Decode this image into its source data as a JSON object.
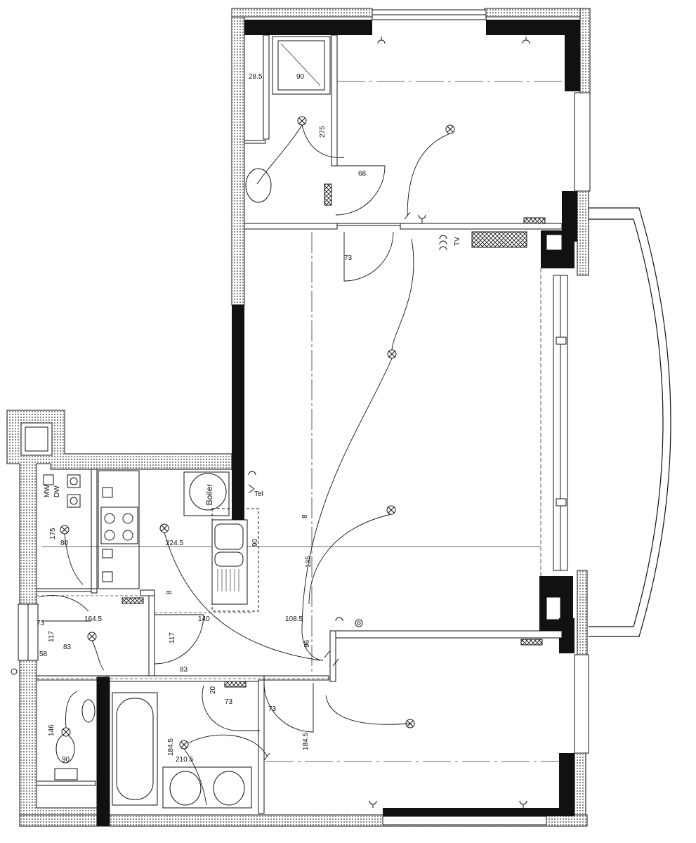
{
  "labels": {
    "boiler": "Boiler",
    "tel": "Tel",
    "tv": "TV",
    "mw": "MW",
    "dw": "DW"
  },
  "dimensions": {
    "d_28_5": "28.5",
    "d_90_shower": "90",
    "d_275": "275",
    "d_68": "68",
    "d_73_hall": "73",
    "d_175": "175",
    "d_80": "80",
    "d_224_5": "224.5",
    "d_8_a": "8",
    "d_8_b": "8",
    "d_135": "135",
    "d_90_kitchen": "90",
    "d_73_entry": "73",
    "d_164_5": "164.5",
    "d_117_a": "117",
    "d_117_b": "117",
    "d_83_a": "83",
    "d_83_b": "83",
    "d_58": "58",
    "d_140": "140",
    "d_108_5": "108.5",
    "d_96": "96",
    "d_20": "20",
    "d_73_bath": "73",
    "d_73_room": "73",
    "d_146": "146",
    "d_90_wc": "90",
    "d_184_5_a": "184.5",
    "d_184_5_b": "184.5",
    "d_210_5": "210.5"
  },
  "colors": {
    "wall": "#111111",
    "line": "#222222",
    "background": "#ffffff"
  }
}
